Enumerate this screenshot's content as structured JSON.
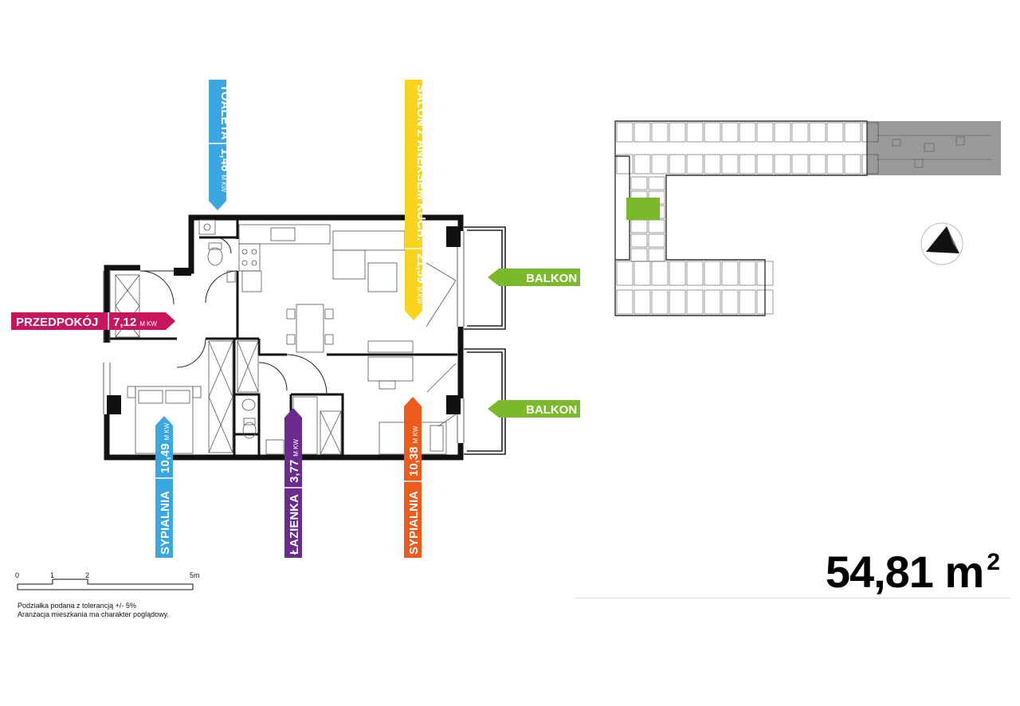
{
  "rooms": {
    "toaleta": {
      "name": "TOALETA",
      "area": "1,46",
      "unit": "M KW",
      "color": "#3aa7e0"
    },
    "salon": {
      "name": "SALON Z ANEKSEM KUCH.",
      "area": "21,59",
      "unit": "M KW",
      "color": "#f9d31c"
    },
    "przedpokoj": {
      "name": "PRZEDPOKÓJ",
      "area": "7,12",
      "unit": "M KW",
      "color": "#c8155e"
    },
    "sypialnia1": {
      "name": "SYPIALNIA",
      "area": "10,49",
      "unit": "M KW",
      "color": "#3aa7e0"
    },
    "lazienka": {
      "name": "ŁAZIENKA",
      "area": "3,77",
      "unit": "M KW",
      "color": "#6a2b8f"
    },
    "sypialnia2": {
      "name": "SYPIALNIA",
      "area": "10,38",
      "unit": "M KW",
      "color": "#ee5a1b"
    }
  },
  "balconies": [
    {
      "label": "BALKON",
      "color": "#7ab929"
    },
    {
      "label": "BALKON",
      "color": "#7ab929"
    }
  ],
  "scale": {
    "ticks": [
      "0",
      "1",
      "2",
      "5m"
    ]
  },
  "notes": {
    "line1": "Podziałka podana z tolerancją +/- 5%",
    "line2": "Aranżacja mieszkania ma charakter poglądowy."
  },
  "total_area": {
    "value": "54,81",
    "unit": "m",
    "power": "2"
  },
  "keyplan": {
    "highlight_color": "#7ab929",
    "building_color": "#333333",
    "neighbor_color": "#9a9a9a"
  },
  "compass": {
    "name": "north-arrow-icon"
  }
}
